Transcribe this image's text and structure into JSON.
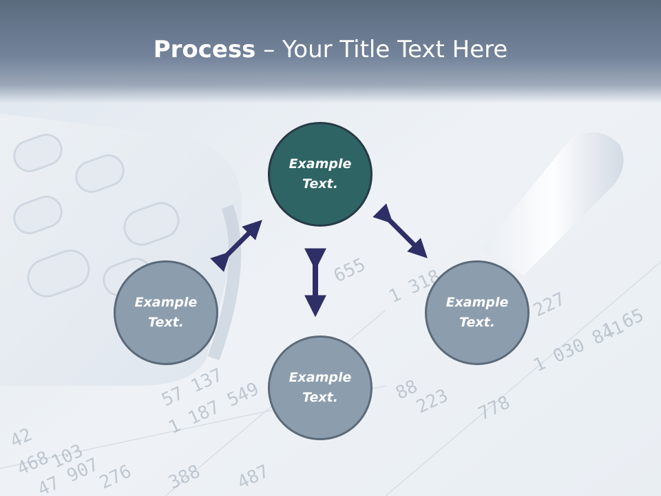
{
  "title": {
    "bold": "Process",
    "rest": " – Your Title Text Here"
  },
  "nodes": {
    "top": "Example Text.",
    "left": "Example Text.",
    "right": "Example Text.",
    "bottom": "Example Text."
  },
  "background_digits": [
    "42",
    "468",
    "103",
    "907",
    "276",
    "388",
    "57 137",
    "1 187 549",
    "1 318",
    "227",
    "1 030 841",
    "1 65",
    "88",
    "223",
    "778",
    "655",
    "487"
  ],
  "colors": {
    "title_bar": "#5b6b7e",
    "main_circle": "#2f6464",
    "side_circle": "#8c9dae",
    "arrow": "#2e2f66"
  }
}
